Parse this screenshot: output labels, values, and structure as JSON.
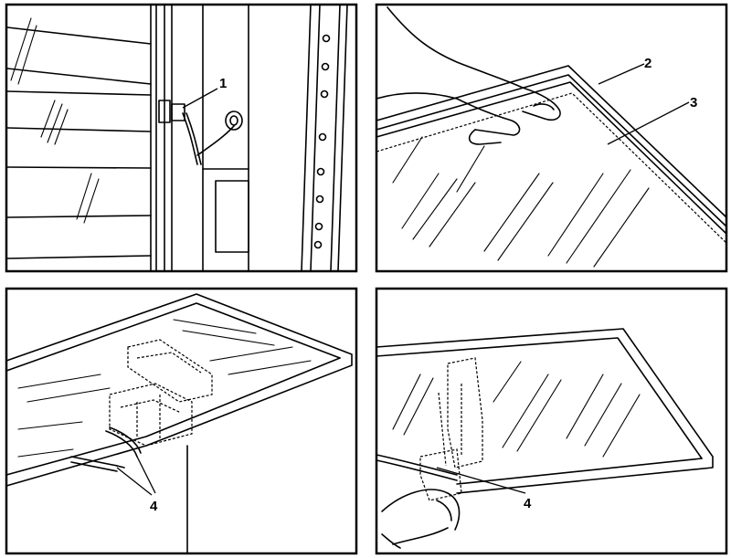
{
  "callouts": {
    "one": "1",
    "two": "2",
    "three": "3",
    "four_a": "4",
    "four_b": "4"
  }
}
